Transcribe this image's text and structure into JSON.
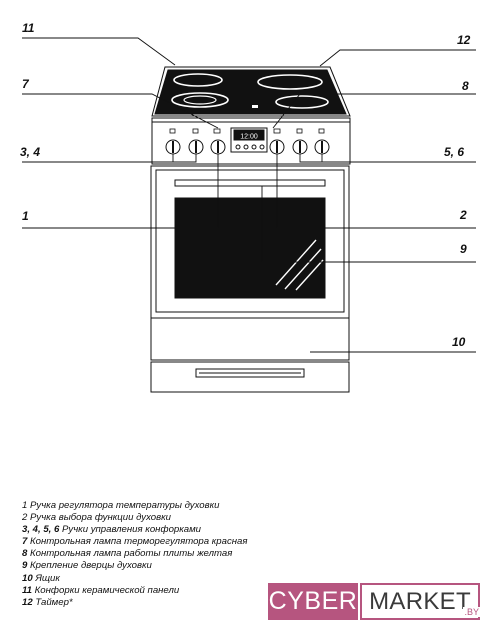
{
  "callouts": {
    "c11": "11",
    "c12": "12",
    "c7": "7",
    "c8": "8",
    "c34": "3, 4",
    "c56": "5, 6",
    "c1": "1",
    "c2": "2",
    "c9": "9",
    "c10": "10"
  },
  "display": {
    "time": "12:00"
  },
  "legend": [
    {
      "num": "1",
      "text": "Ручка регулятора температуры духовки"
    },
    {
      "num": "2",
      "text": "Ручка выбора функции духовки"
    },
    {
      "num": "3, 4, 5, 6",
      "text": "Ручки управления конфорками"
    },
    {
      "num": "7",
      "text": "Контрольная лампа терморегулятора красная"
    },
    {
      "num": "8",
      "text": "Контрольная лампа работы плиты  желтая"
    },
    {
      "num": "9",
      "text": "Крепление дверцы духовки"
    },
    {
      "num": "10",
      "text": "Ящик"
    },
    {
      "num": "11",
      "text": "Конфорки керамической панели"
    },
    {
      "num": "12",
      "text": "Таймер*"
    }
  ],
  "logo": {
    "left": "CYBER",
    "right": "MARKET",
    "suffix": ".BY"
  },
  "colors": {
    "brand": "#b6557f",
    "line": "#111111"
  }
}
